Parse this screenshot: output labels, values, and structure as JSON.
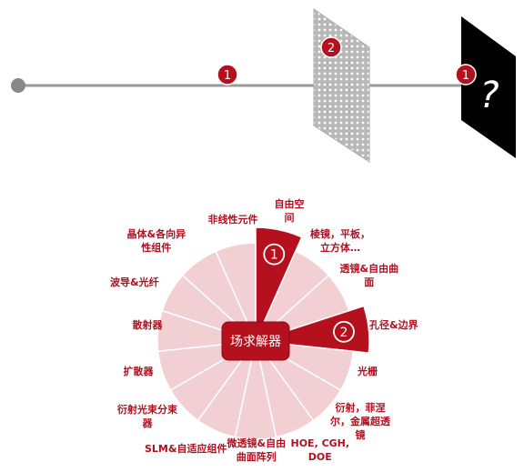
{
  "top": {
    "badges": [
      "1",
      "2",
      "1"
    ],
    "screen_symbol": "?"
  },
  "wheel": {
    "center_label": "场求解器",
    "colors": {
      "light": "#f2cfd2",
      "highlight": "#b5101e",
      "center": "#b5101e",
      "label": "#b01020",
      "line": "#999999"
    },
    "sectors": [
      {
        "lines": [
          "自由空",
          "间"
        ],
        "highlight": true,
        "badge": "1"
      },
      {
        "lines": [
          "棱镜，平板，",
          "立方体…"
        ],
        "highlight": false
      },
      {
        "lines": [
          "透镜&自由曲",
          "面"
        ],
        "highlight": false
      },
      {
        "lines": [
          "孔径&边界"
        ],
        "highlight": true,
        "badge": "2"
      },
      {
        "lines": [
          "光栅"
        ],
        "highlight": false
      },
      {
        "lines": [
          "衍射，菲涅",
          "尔，金属超透",
          "镜"
        ],
        "highlight": false
      },
      {
        "lines": [
          "HOE, CGH,",
          "DOE"
        ],
        "highlight": false
      },
      {
        "lines": [
          "微透镜&自由",
          "曲面阵列"
        ],
        "highlight": false
      },
      {
        "lines": [
          "SLM&自适应组件"
        ],
        "highlight": false
      },
      {
        "lines": [
          "衍射光束分束",
          "器"
        ],
        "highlight": false
      },
      {
        "lines": [
          "扩散器"
        ],
        "highlight": false
      },
      {
        "lines": [
          "散射器"
        ],
        "highlight": false
      },
      {
        "lines": [
          "波导&光纤"
        ],
        "highlight": false
      },
      {
        "lines": [
          "晶体&各向异",
          "性组件"
        ],
        "highlight": false
      },
      {
        "lines": [
          "非线性元件"
        ],
        "highlight": false
      }
    ]
  }
}
